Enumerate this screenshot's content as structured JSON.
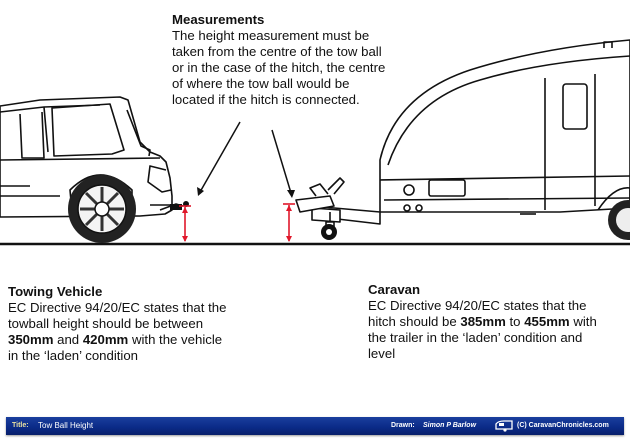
{
  "measurements": {
    "heading": "Measurements",
    "lines": [
      "The height measurement must be",
      "taken from the centre of the tow ball",
      "or in the case of the hitch, the centre",
      "of where the tow ball would be",
      "located if the hitch is connected."
    ]
  },
  "towing_vehicle": {
    "heading": "Towing Vehicle",
    "line1": "EC Directive 94/20/EC states that the",
    "line2": "towball height should be between",
    "min": "350mm",
    "and": " and ",
    "max": "420mm",
    "after": " with the vehicle",
    "line4": "in the ‘laden’ condition"
  },
  "caravan": {
    "heading": "Caravan",
    "line1": "EC Directive 94/20/EC states that the",
    "pre": "hitch should be ",
    "min": "385mm",
    "to": " to ",
    "max": "455mm",
    "after": " with",
    "line3": "the trailer in the ‘laden’ condition and",
    "line4": "level"
  },
  "footer": {
    "title_key": "Title:",
    "title_value": "Tow Ball Height",
    "drawn_key": "Drawn:",
    "drawn_value": "Simon P Barlow",
    "copyright": "(C) CaravanChronicles.com"
  },
  "colors": {
    "measure_red": "#e0182b",
    "footer_blue": "#0a2a86",
    "ink": "#111111"
  }
}
